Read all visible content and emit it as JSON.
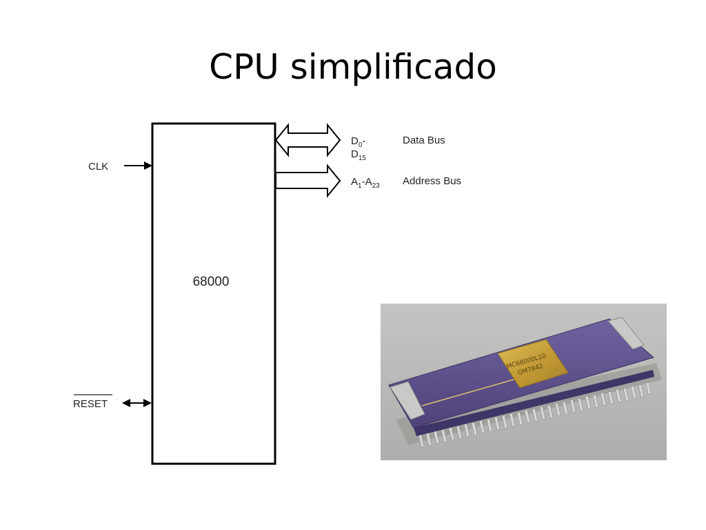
{
  "slide": {
    "title": "CPU simplificado"
  },
  "diagram": {
    "chip_label": "68000",
    "clk_label": "CLK",
    "reset_label": "RESET",
    "data_pins": {
      "main": "D",
      "sub_start": "0",
      "sep": "-",
      "main_end": "D",
      "sub_end": "15"
    },
    "address_pins": {
      "main": "A",
      "sub_start": "1",
      "sep": "-A",
      "sub_end": "23"
    },
    "data_bus_label": "Data Bus",
    "address_bus_label": "Address Bus"
  },
  "photo": {
    "chip_marking_line1": "MC68000L10",
    "chip_marking_line2": "QM7842"
  },
  "colors": {
    "chip_body": "#5e4f8e",
    "chip_body_light": "#7466a4",
    "gold_lid": "#c9a640",
    "background_surface": "#b9b9b9",
    "stroke": "#000000"
  }
}
